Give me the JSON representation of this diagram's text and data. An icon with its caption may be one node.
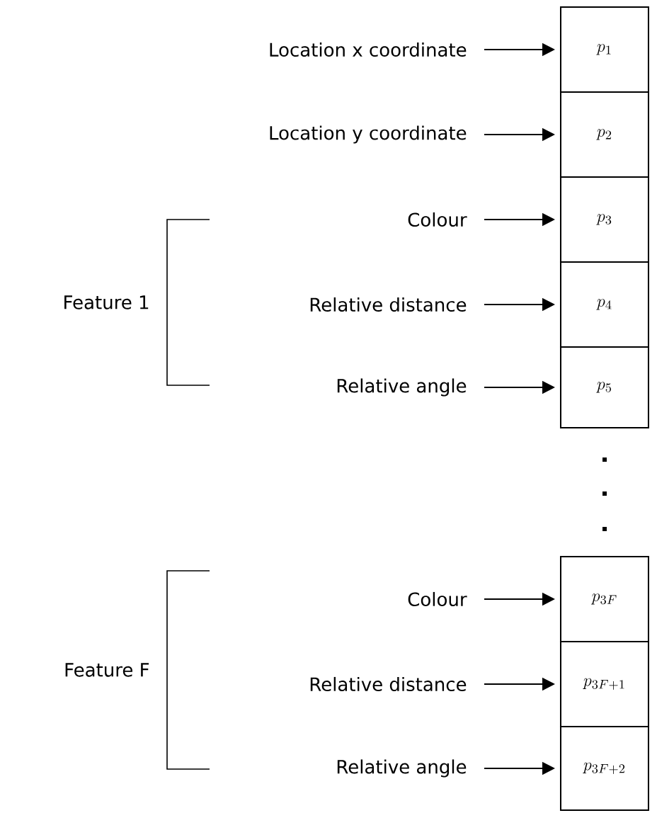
{
  "diagram": {
    "nodes": [
      {
        "text": [
          "Location x coordinate"
        ]
      },
      {
        "text": [
          "p_{1}"
        ]
      },
      {
        "text": [
          "Location y coordinate"
        ]
      },
      {
        "text": [
          "p_{2}"
        ]
      },
      {
        "text": [
          "Colour"
        ]
      },
      {
        "text": [
          "p_{3}"
        ]
      },
      {
        "text": [
          "Relative distance"
        ]
      },
      {
        "text": [
          "p_{4}"
        ]
      },
      {
        "text": [
          "Relative angle"
        ]
      },
      {
        "text": [
          "p_{5}"
        ]
      },
      {
        "text": [
          "Colour"
        ]
      },
      {
        "text": [
          "p_{3F}"
        ]
      },
      {
        "text": [
          "Relative distance"
        ]
      },
      {
        "text": [
          "p_{3F+1}"
        ]
      },
      {
        "text": [
          "Relative angle"
        ]
      },
      {
        "text": [
          "p_{3F+2}"
        ]
      }
    ],
    "edges": [
      {
        "from": 0,
        "to": 1,
        "arrow": "to"
      },
      {
        "from": 2,
        "to": 3,
        "arrow": "to"
      },
      {
        "from": 4,
        "to": 5,
        "arrow": "to"
      },
      {
        "from": 6,
        "to": 7,
        "arrow": "to"
      },
      {
        "from": 8,
        "to": 9,
        "arrow": "to"
      },
      {
        "from": 10,
        "to": 11,
        "arrow": "to"
      },
      {
        "from": 12,
        "to": 13,
        "arrow": "to"
      },
      {
        "from": 14,
        "to": 15,
        "arrow": "to"
      }
    ],
    "labels": [
      "Feature 1",
      "Feature F"
    ]
  }
}
